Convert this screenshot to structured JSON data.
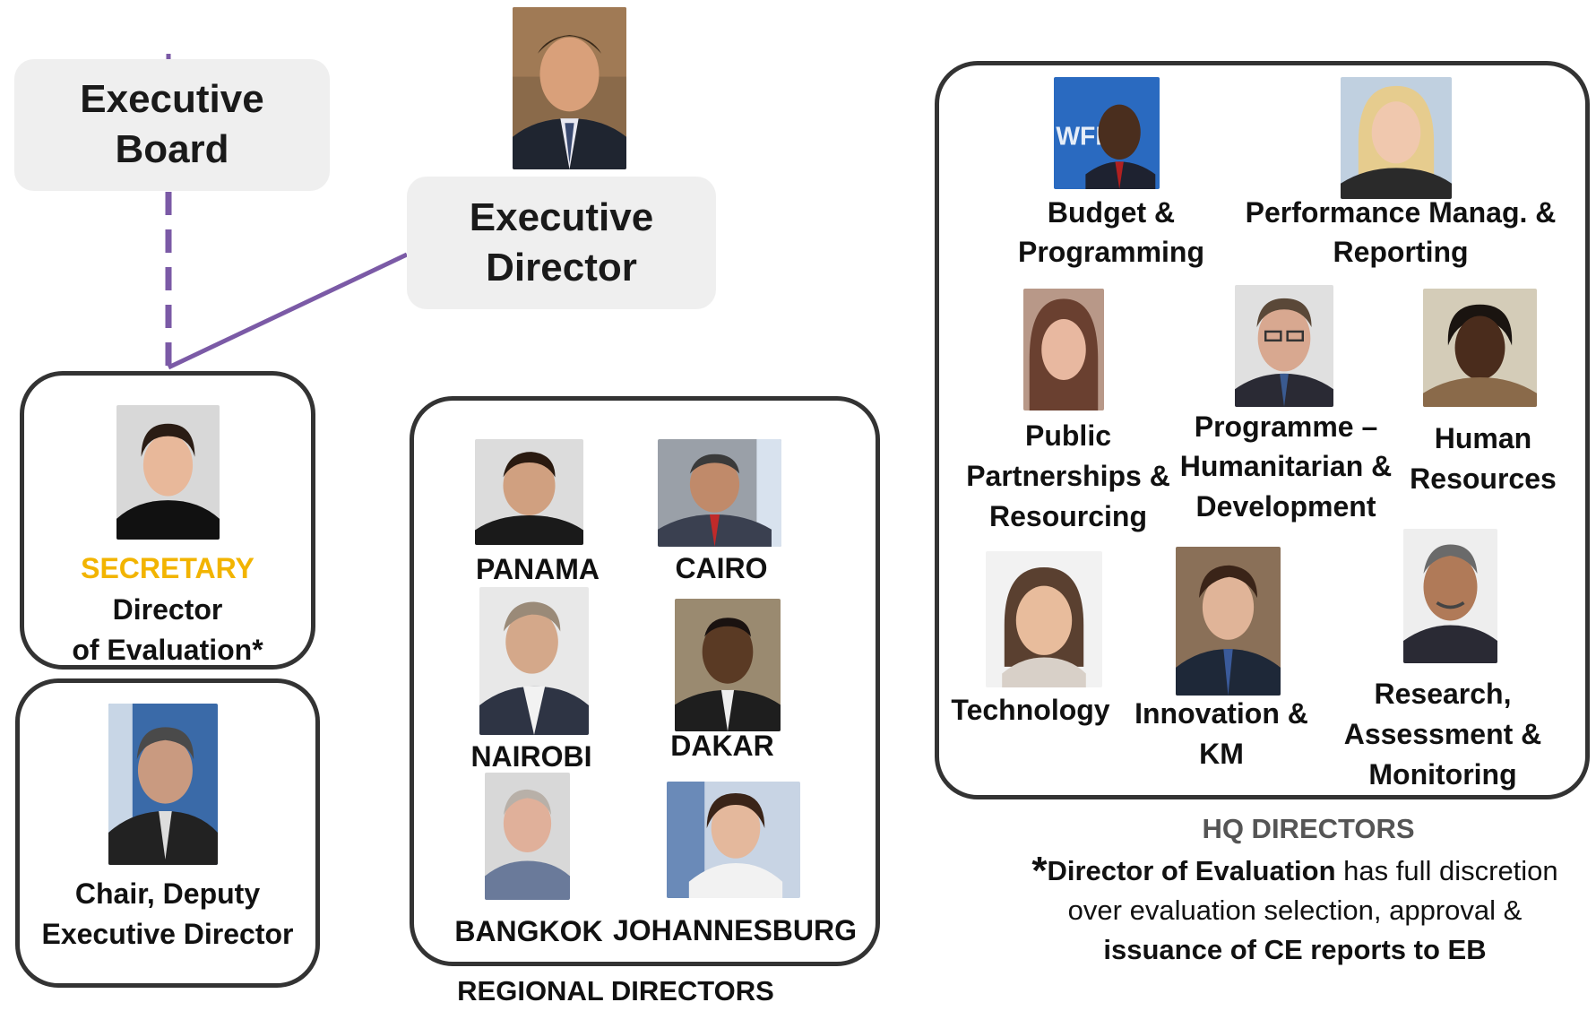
{
  "executive_board": {
    "line1": "Executive",
    "line2": "Board"
  },
  "executive_director": {
    "line1": "Executive",
    "line2": "Director"
  },
  "secretary": {
    "role": "SECRETARY",
    "line1": "Director",
    "line2": "of Evaluation*"
  },
  "chair": {
    "line1": "Chair, Deputy",
    "line2": "Executive Director"
  },
  "regional": {
    "title": "REGIONAL DIRECTORS",
    "offices": [
      "PANAMA",
      "CAIRO",
      "NAIROBI",
      "DAKAR",
      "BANGKOK",
      "JOHANNESBURG"
    ]
  },
  "hq": {
    "title": "HQ DIRECTORS",
    "budget": {
      "line1": "Budget &",
      "line2": "Programming"
    },
    "performance": {
      "line1": "Performance Manag. &",
      "line2": "Reporting"
    },
    "public": {
      "line1": "Public",
      "line2": "Partnerships &",
      "line3": "Resourcing"
    },
    "programme": {
      "line1": "Programme –",
      "line2": "Humanitarian &",
      "line3": "Development"
    },
    "human": {
      "line1": "Human",
      "line2": "Resources"
    },
    "technology": {
      "line1": "Technology"
    },
    "innovation": {
      "line1": "Innovation &",
      "line2": "KM"
    },
    "research": {
      "line1": "Research,",
      "line2": "Assessment &",
      "line3": "Monitoring"
    },
    "photo_banner_text": "WFP"
  },
  "footnote": {
    "star": "*",
    "bold1": "Director of Evaluation",
    "text1": " has full discretion",
    "line2": "over evaluation selection, approval &",
    "bold3": "issuance of CE reports to EB"
  },
  "colors": {
    "connector": "#7b5aa6",
    "secretary": "#f2b400",
    "box_fill": "#efefef",
    "frame": "#333333"
  }
}
